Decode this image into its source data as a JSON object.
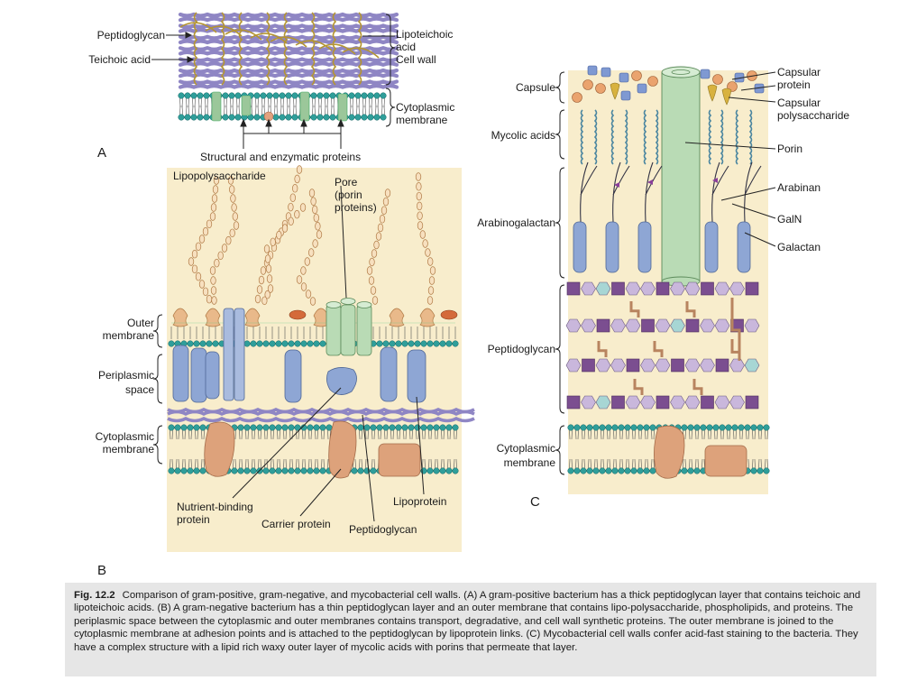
{
  "panel_a": {
    "letter": "A",
    "peptidoglycan": "Peptidoglycan",
    "teichoic_acid": "Teichoic acid",
    "lipoteichoic_1": "Lipoteichoic",
    "lipoteichoic_2": "acid",
    "cell_wall": "Cell wall",
    "cytoplasmic_1": "Cytoplasmic",
    "cytoplasmic_2": "membrane",
    "proteins": "Structural and enzymatic proteins"
  },
  "panel_b": {
    "letter": "B",
    "lipopolysaccharide": "Lipopolysaccharide",
    "pore_1": "Pore",
    "pore_2": "(porin",
    "pore_3": "proteins)",
    "outer_1": "Outer",
    "outer_2": "membrane",
    "periplasmic_1": "Periplasmic",
    "periplasmic_2": "space",
    "cytoplasmic_1": "Cytoplasmic",
    "cytoplasmic_2": "membrane",
    "nutrient_1": "Nutrient-binding",
    "nutrient_2": "protein",
    "carrier": "Carrier protein",
    "peptidoglycan": "Peptidoglycan",
    "lipoprotein": "Lipoprotein"
  },
  "panel_c": {
    "letter": "C",
    "capsule": "Capsule",
    "capsular_protein_1": "Capsular",
    "capsular_protein_2": "protein",
    "capsular_poly_1": "Capsular",
    "capsular_poly_2": "polysaccharide",
    "mycolic": "Mycolic acids",
    "porin": "Porin",
    "arabinan": "Arabinan",
    "arabinogalactan": "Arabinogalactan",
    "galn": "GalN",
    "galactan": "Galactan",
    "peptidoglycan": "Peptidoglycan",
    "cytoplasmic_1": "Cytoplasmic",
    "cytoplasmic_2": "membrane"
  },
  "caption": {
    "label": "Fig. 12.2",
    "text": "Comparison of gram-positive, gram-negative, and mycobacterial cell walls. (A) A gram-positive bacterium has a thick peptidoglycan layer that contains teichoic and lipoteichoic acids. (B) A gram-negative bacterium has a thin peptidoglycan layer and an outer membrane that contains lipo-polysaccharide, phospholipids, and proteins. The periplasmic space between the cytoplasmic and outer membranes contains transport, degradative, and cell wall synthetic proteins. The outer membrane is joined to the cytoplasmic membrane at adhesion points and is attached to the peptidoglycan by lipoprotein links. (C) Mycobacterial cell walls confer acid-fast staining to the bacteria. They have a complex structure with a lipid rich waxy outer layer of mycolic acids with porins that permeate that layer."
  },
  "colors": {
    "panel_bg": "#f8edcc",
    "peptidoglycan": "#8f86c4",
    "teichoic": "#b49532",
    "membrane_head": "#2f9e9a",
    "protein_blue": "#8ea6d4",
    "protein_green": "#b9dbb5",
    "protein_tan": "#dda27b",
    "lps": "#e9b98a",
    "glycan_purple": "#7b4e90",
    "glycan_light": "#c9b7dc",
    "glycan_teal": "#a7d6d4"
  }
}
